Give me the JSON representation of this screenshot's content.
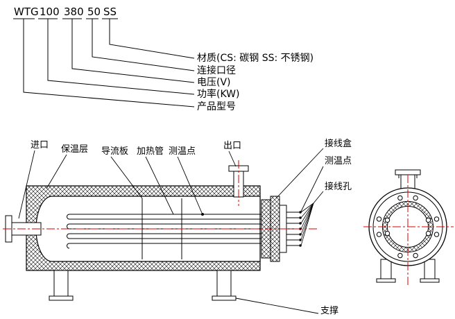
{
  "title_block": {
    "model_parts": [
      "WTG",
      "100",
      "380",
      "50",
      "SS"
    ],
    "callouts": [
      "材质(CS: 碳钢  SS: 不锈钢)",
      "连接口径",
      "电压(V)",
      "功率(KW)",
      "产品型号"
    ]
  },
  "main_view_labels": {
    "inlet": "进口",
    "insulation_layer": "保温层",
    "baffle": "导流板",
    "heating_tube": "加热管",
    "temp_point": "测温点",
    "outlet": "出口",
    "junction_box": "接线盒",
    "temp_point_right": "测温点",
    "wiring_hole": "接线孔",
    "support": "支撑"
  },
  "colors": {
    "centerline_red": "#d40000",
    "line_black": "#000000"
  }
}
